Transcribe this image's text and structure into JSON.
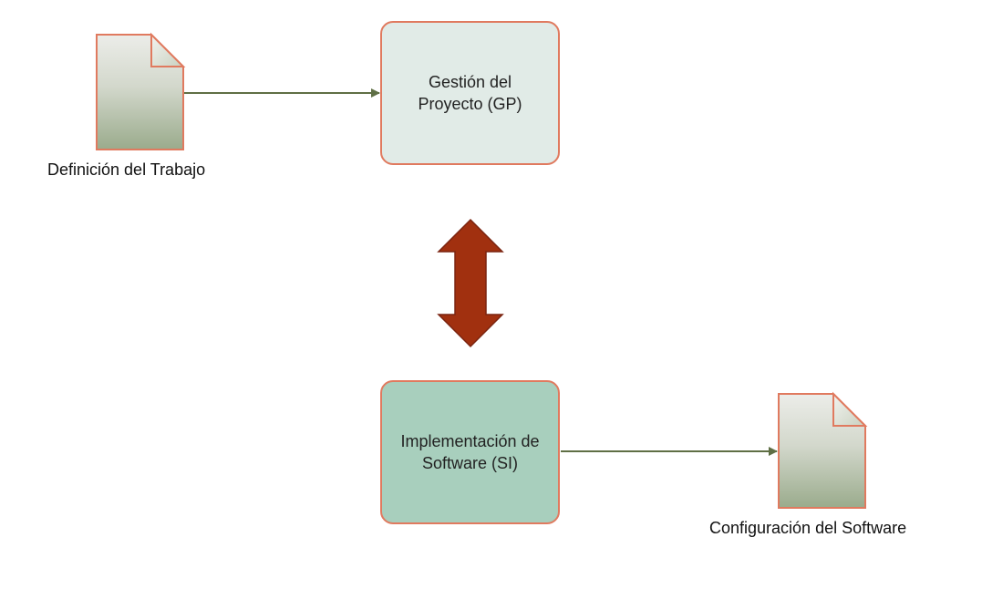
{
  "nodes": {
    "project_management": {
      "line1": "Gestión del",
      "line2": "Proyecto (GP)"
    },
    "software_implementation": {
      "line1": "Implementación de",
      "line2": "Software (SI)"
    }
  },
  "documents": {
    "work_definition": {
      "label": "Definición del Trabajo"
    },
    "software_configuration": {
      "label": "Configuración del Software"
    }
  },
  "colors": {
    "box_border": "#e07a5f",
    "gp_fill": "#e1ebe7",
    "si_fill": "#a8cfbd",
    "connector": "#5f6f45",
    "double_arrow_fill": "#a1300f",
    "double_arrow_border": "#7a2410",
    "document_top": "#ecede9",
    "document_bottom": "#9aab8c"
  },
  "icons": {
    "work_definition": "document-icon",
    "software_configuration": "document-icon",
    "between_processes": "double-arrow-icon"
  }
}
